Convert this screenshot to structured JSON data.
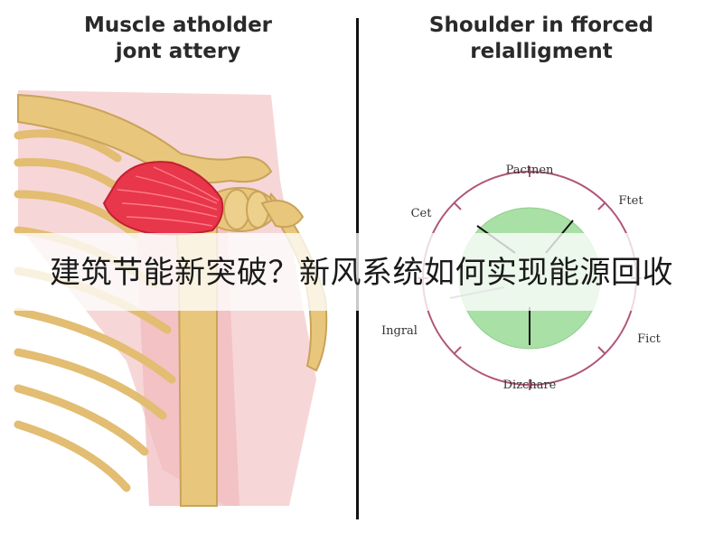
{
  "left_panel": {
    "title_line1": "Muscle atholder",
    "title_line2": "jont attery"
  },
  "right_panel": {
    "title_line1": "Shoulder in fforced",
    "title_line2": "relalligment",
    "ring_labels": {
      "top": "Pactnen",
      "top_left": "Cet",
      "top_right": "Ftet",
      "bottom_left": "Ingral",
      "bottom_right": "Fict",
      "bottom": "Dizchare"
    }
  },
  "banner": {
    "text": "建筑节能新突破？新风系统如何实现能源回收"
  },
  "colors": {
    "bone": "#e8c77c",
    "bone_outline": "#c9a35a",
    "muscle": "#e8364a",
    "tissue_pink": "#f6cfd0",
    "ring": "#b0557a",
    "disc_green": "#a9e0a6"
  }
}
